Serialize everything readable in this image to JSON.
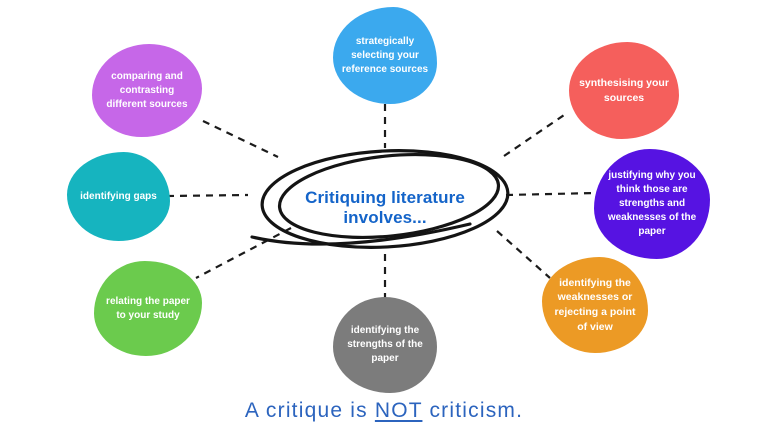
{
  "center": {
    "label": "Critiquing literature involves...",
    "color": "#1464C9",
    "outline_color": "#141414"
  },
  "caption": {
    "prefix": "A critique is",
    "emphasis": "NOT",
    "suffix": "criticism.",
    "color": "#2C64BE"
  },
  "nodes": [
    {
      "id": "strategically-selecting-sources",
      "label": "strategically selecting your reference sources",
      "color": "#3BA9EE"
    },
    {
      "id": "comparing-contrasting-sources",
      "label": "comparing and contrasting different sources",
      "color": "#C667E8"
    },
    {
      "id": "identifying-gaps",
      "label": "identifying gaps",
      "color": "#16B4BF"
    },
    {
      "id": "relating-paper-to-study",
      "label": "relating the paper to your study",
      "color": "#6BCB4D"
    },
    {
      "id": "identifying-strengths",
      "label": "identifying the strengths of the paper",
      "color": "#7C7C7C"
    },
    {
      "id": "identifying-weaknesses",
      "label": "identifying the weaknesses or rejecting a point of view",
      "color": "#EC9A25"
    },
    {
      "id": "justifying-judgements",
      "label": "justifying why you think those are strengths and weaknesses of the paper",
      "color": "#5613E2"
    },
    {
      "id": "synthesising-sources",
      "label": "synthesising your sources",
      "color": "#F55F5C"
    }
  ]
}
